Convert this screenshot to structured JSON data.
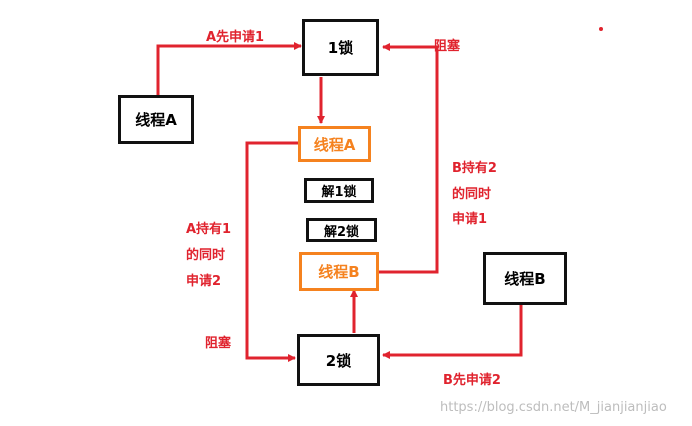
{
  "nodes": {
    "lock1": "1锁",
    "lock2": "2锁",
    "threadA": "线程A",
    "threadB": "线程B",
    "threadA_inner": "线程A",
    "threadB_inner": "线程B",
    "unlock1": "解1锁",
    "unlock2": "解2锁"
  },
  "labels": {
    "a_request1": "A先申请1",
    "block_top": "阻塞",
    "b_hold_line1": "B持有2",
    "b_hold_line2": "的同时",
    "b_hold_line3": "申请1",
    "a_hold_line1": "A持有1",
    "a_hold_line2": "的同时",
    "a_hold_line3": "申请2",
    "block_bottom": "阻塞",
    "b_request2": "B先申请2"
  },
  "watermark": "https://blog.csdn.net/M_jianjianjiao",
  "colors": {
    "arrow": "#e0232e",
    "orange": "#f5821f",
    "black": "#111111"
  }
}
